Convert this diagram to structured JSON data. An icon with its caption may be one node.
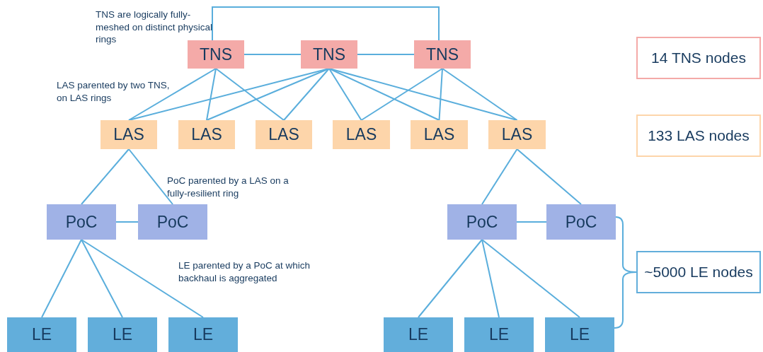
{
  "diagram": {
    "nodes": [
      {
        "text": [
          "TNS"
        ]
      },
      {
        "text": [
          "TNS"
        ]
      },
      {
        "text": [
          "TNS"
        ]
      },
      {
        "text": [
          "LAS"
        ]
      },
      {
        "text": [
          "LAS"
        ]
      },
      {
        "text": [
          "LAS"
        ]
      },
      {
        "text": [
          "LAS"
        ]
      },
      {
        "text": [
          "LAS"
        ]
      },
      {
        "text": [
          "LAS"
        ]
      },
      {
        "text": [
          "PoC"
        ]
      },
      {
        "text": [
          "PoC"
        ]
      },
      {
        "text": [
          "PoC"
        ]
      },
      {
        "text": [
          "PoC"
        ]
      },
      {
        "text": [
          "LE"
        ]
      },
      {
        "text": [
          "LE"
        ]
      },
      {
        "text": [
          "LE"
        ]
      },
      {
        "text": [
          "LE"
        ]
      },
      {
        "text": [
          "LE"
        ]
      },
      {
        "text": [
          "LE"
        ]
      },
      {
        "text": [
          "14 TNS nodes"
        ]
      },
      {
        "text": [
          "133 LAS nodes"
        ]
      },
      {
        "text": [
          "~5000 LE nodes"
        ]
      }
    ],
    "edges": [
      {
        "from": 0,
        "to": 1,
        "arrow": "none"
      },
      {
        "from": 1,
        "to": 2,
        "arrow": "none"
      },
      {
        "from": 0,
        "to": 2,
        "arrow": "none"
      },
      {
        "from": 0,
        "to": 3,
        "arrow": "none"
      },
      {
        "from": 0,
        "to": 4,
        "arrow": "none"
      },
      {
        "from": 0,
        "to": 5,
        "arrow": "none"
      },
      {
        "from": 1,
        "to": 3,
        "arrow": "none"
      },
      {
        "from": 1,
        "to": 4,
        "arrow": "none"
      },
      {
        "from": 1,
        "to": 5,
        "arrow": "none"
      },
      {
        "from": 1,
        "to": 6,
        "arrow": "none"
      },
      {
        "from": 1,
        "to": 7,
        "arrow": "none"
      },
      {
        "from": 1,
        "to": 8,
        "arrow": "none"
      },
      {
        "from": 2,
        "to": 6,
        "arrow": "none"
      },
      {
        "from": 2,
        "to": 7,
        "arrow": "none"
      },
      {
        "from": 2,
        "to": 8,
        "arrow": "none"
      },
      {
        "from": 3,
        "to": 9,
        "arrow": "none"
      },
      {
        "from": 3,
        "to": 10,
        "arrow": "none"
      },
      {
        "from": 9,
        "to": 10,
        "arrow": "none"
      },
      {
        "from": 8,
        "to": 11,
        "arrow": "none"
      },
      {
        "from": 8,
        "to": 12,
        "arrow": "none"
      },
      {
        "from": 11,
        "to": 12,
        "arrow": "none"
      },
      {
        "from": 9,
        "to": 13,
        "arrow": "none"
      },
      {
        "from": 9,
        "to": 14,
        "arrow": "none"
      },
      {
        "from": 9,
        "to": 15,
        "arrow": "none"
      },
      {
        "from": 11,
        "to": 16,
        "arrow": "none"
      },
      {
        "from": 11,
        "to": 17,
        "arrow": "none"
      },
      {
        "from": 11,
        "to": 18,
        "arrow": "none"
      }
    ],
    "labels": [
      "TNS are logically fully-meshed on distinct physical rings",
      "LAS parented by two TNS, on LAS rings",
      "PoC parented by a LAS on a fully-resilient ring",
      "LE parented by a PoC at which backhaul is aggregated"
    ]
  }
}
